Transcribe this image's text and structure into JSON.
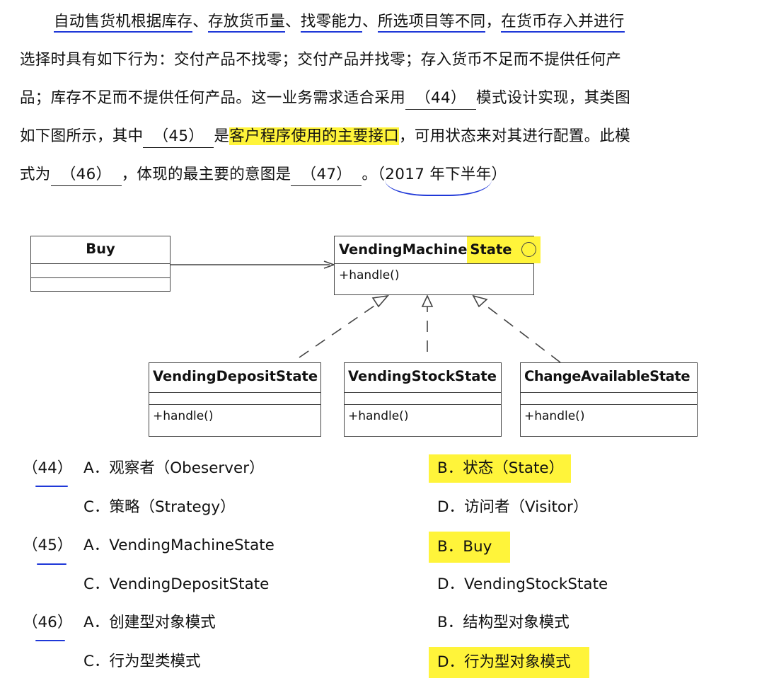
{
  "paragraph": {
    "l1_a": "自动售货机根据库存",
    "l1_sep1": "、",
    "l1_b": "存放货币量",
    "l1_sep2": "、",
    "l1_c": "找零能力",
    "l1_sep3": "、",
    "l1_d": "所选项目等不同",
    "l1_sep4": "，",
    "l1_e": "在货币存入并进行",
    "l2": "选择时具有如下行为：交付产品不找零；交付产品并找零；存入货币不足而不提供任何产",
    "l3_a": "品；库存不足而不提供任何产品。这一业务需求适合采用",
    "l3_blank": "（44）",
    "l3_b": "模式设计实现，其类图",
    "l4_a": "如下图所示，其中",
    "l4_blank": "（45）",
    "l4_b": "是",
    "l4_hl": "客户程序使用的主要接口",
    "l4_c": "，可用状态来对其进行配置。此模",
    "l5_a": "式为",
    "l5_blank1": "（46）",
    "l5_b": "，体现的最主要的意图是",
    "l5_blank2": "（47）",
    "l5_c": "。（",
    "l5_year": "2017 年下半年",
    "l5_d": "）"
  },
  "diagram": {
    "buy": {
      "title": "Buy"
    },
    "interface": {
      "title_a": "VendingMachine",
      "title_b": "State",
      "method": "+handle()"
    },
    "sub1": {
      "title": "VendingDepositState",
      "method": "+handle()"
    },
    "sub2": {
      "title": "VendingStockState",
      "method": "+handle()"
    },
    "sub3": {
      "title": "ChangeAvailableState",
      "method": "+handle()"
    }
  },
  "questions": [
    {
      "num": "（44）",
      "options": [
        {
          "label": "A．观察者（Obeserver）",
          "highlighted": false
        },
        {
          "label": "B．状态（State）",
          "highlighted": true
        },
        {
          "label": "C．策略（Strategy）",
          "highlighted": false
        },
        {
          "label": "D．访问者（Visitor）",
          "highlighted": false
        }
      ]
    },
    {
      "num": "（45）",
      "options": [
        {
          "label": "A．VendingMachineState",
          "highlighted": false
        },
        {
          "label": "B．Buy",
          "highlighted": true
        },
        {
          "label": "C．VendingDepositState",
          "highlighted": false
        },
        {
          "label": "D．VendingStockState",
          "highlighted": false
        }
      ]
    },
    {
      "num": "（46）",
      "options": [
        {
          "label": "A．创建型对象模式",
          "highlighted": false
        },
        {
          "label": "B．结构型对象模式",
          "highlighted": false
        },
        {
          "label": "C．行为型类模式",
          "highlighted": false
        },
        {
          "label": "D．行为型对象模式",
          "highlighted": true
        }
      ]
    }
  ],
  "colors": {
    "highlight": "#fff43a",
    "pen": "#1f38d8"
  }
}
